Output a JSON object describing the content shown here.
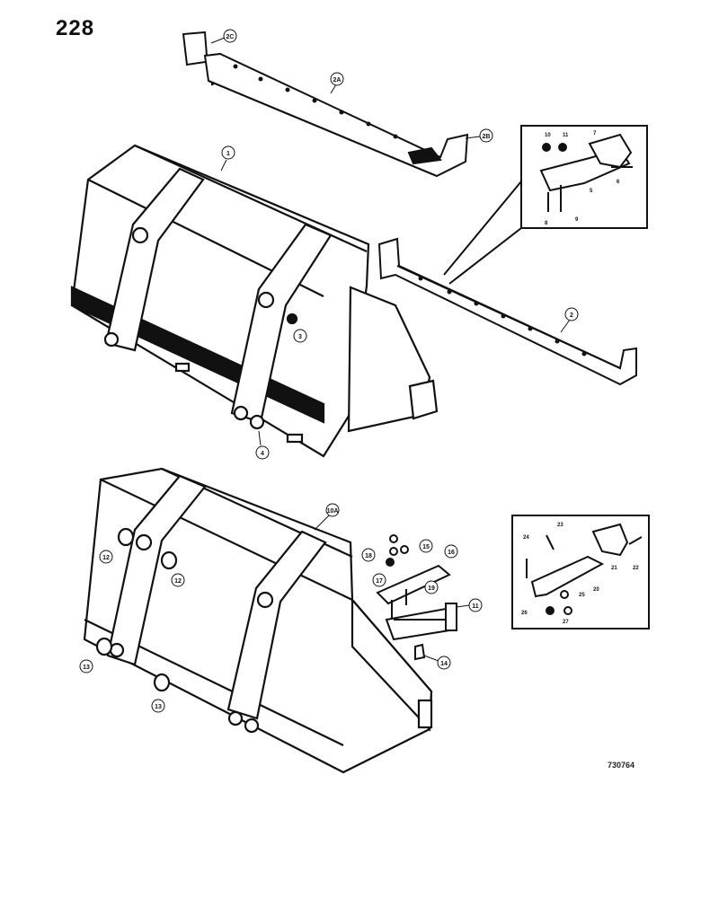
{
  "page": {
    "number": "228",
    "figure_code": "730764"
  },
  "callouts": {
    "c1": "1",
    "c2": "2",
    "c3": "3",
    "c4": "4",
    "c2a": "2A",
    "c2b": "2B",
    "c2c": "2C",
    "c10a": "10A",
    "c11": "11",
    "c12a": "12",
    "c12b": "12",
    "c13a": "13",
    "c13b": "13",
    "c14": "14",
    "c15": "15",
    "c16": "16",
    "c17": "17",
    "c18": "18",
    "c19": "19"
  },
  "detail_top": {
    "labels": {
      "l10": "10",
      "l11": "11",
      "l7": "7",
      "l5": "5",
      "l6": "6",
      "l8": "8",
      "l9": "9"
    }
  },
  "detail_bottom": {
    "labels": {
      "l23": "23",
      "l24": "24",
      "l21": "21",
      "l22": "22",
      "l20": "20",
      "l25": "25",
      "l26": "26",
      "l27": "27"
    }
  }
}
